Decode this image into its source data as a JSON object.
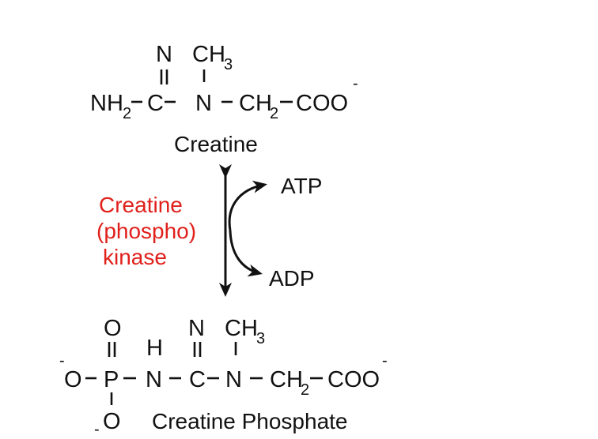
{
  "creatine": {
    "top_n": "N",
    "top_ch": "CH",
    "top_ch_sub": "3",
    "nh": "NH",
    "nh_sub": "2",
    "c": "C",
    "n": "N",
    "ch": "CH",
    "ch_sub": "2",
    "coo": "COO",
    "charge": "-",
    "label": "Creatine"
  },
  "enzyme": {
    "line1": "Creatine",
    "line2": "(phospho)",
    "line3": "kinase",
    "color": "#e0201b"
  },
  "reaction": {
    "atp": "ATP",
    "adp": "ADP"
  },
  "phosphate": {
    "o_top": "O",
    "h": "H",
    "n_top": "N",
    "ch_top": "CH",
    "ch_top_sub": "3",
    "charge_left": "-",
    "o_left": "O",
    "p": "P",
    "n1": "N",
    "c": "C",
    "n2": "N",
    "ch": "CH",
    "ch_sub": "2",
    "coo": "COO",
    "charge_right": "-",
    "charge_bottom": "-",
    "o_bottom": "O",
    "label": "Creatine Phosphate"
  }
}
